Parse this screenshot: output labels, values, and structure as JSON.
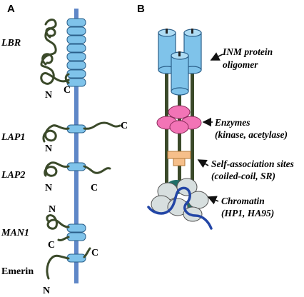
{
  "panel_a": {
    "letter": "A",
    "proteins": [
      {
        "name": "LBR",
        "n_label": "N",
        "c_label": "C"
      },
      {
        "name": "LAP1",
        "n_label": "N",
        "c_label": "C"
      },
      {
        "name": "LAP2",
        "n_label": "N",
        "c_label": "C"
      },
      {
        "name": "MAN1",
        "n_label": "N",
        "c_label": "C"
      },
      {
        "name": "Emerin",
        "n_label": "N",
        "c_label": "C"
      }
    ]
  },
  "panel_b": {
    "letter": "B",
    "annotations": [
      {
        "line1": "INM protein",
        "line2": "oligomer"
      },
      {
        "line1": "Enzymes",
        "line2": "(kinase, acetylase)"
      },
      {
        "line1": "Self-association sites",
        "line2": "(coiled-coil, SR)"
      },
      {
        "line1": "Chromatin",
        "line2": "(HP1, HA95)"
      }
    ]
  },
  "colors": {
    "membrane": "#5f87c7",
    "tm_cylinder": "#7fc3ea",
    "enzyme": "#f274b6",
    "self_association": "#f6bf8a",
    "chromatin": "#d7dfdf",
    "chromatin_dark": "#1f6f68",
    "dna": "#2346a6",
    "chain": "#3b4a2a"
  }
}
